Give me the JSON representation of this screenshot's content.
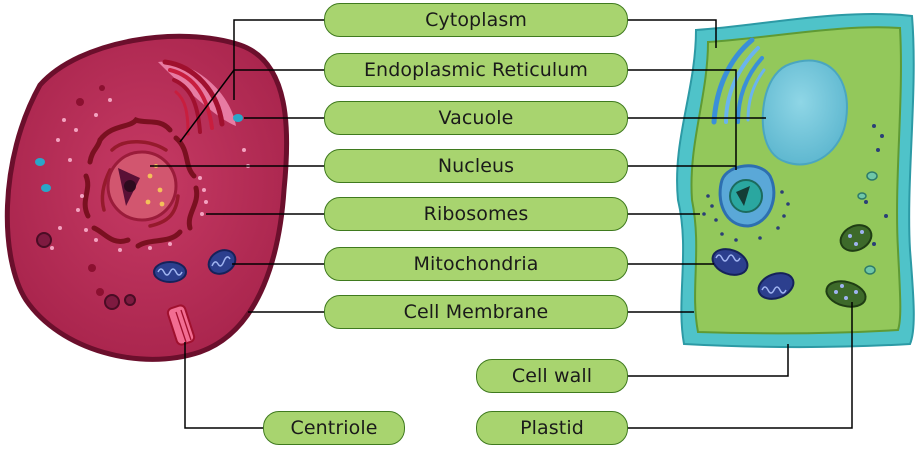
{
  "labels": {
    "cytoplasm": "Cytoplasm",
    "endoplasmic_reticulum": "Endoplasmic Reticulum",
    "vacuole": "Vacuole",
    "nucleus": "Nucleus",
    "ribosomes": "Ribosomes",
    "mitochondria": "Mitochondria",
    "cell_membrane": "Cell Membrane",
    "cell_wall": "Cell wall",
    "plastid": "Plastid",
    "centriole": "Centriole"
  },
  "colors": {
    "label_fill": "#a8d46f",
    "label_border": "#3f7a1e",
    "animal_cytoplasm": "#b82f5a",
    "animal_membrane": "#6b0f2c",
    "plant_cytoplasm": "#93c85b",
    "plant_wall": "#4fc3c9",
    "leader_line": "#000000"
  }
}
